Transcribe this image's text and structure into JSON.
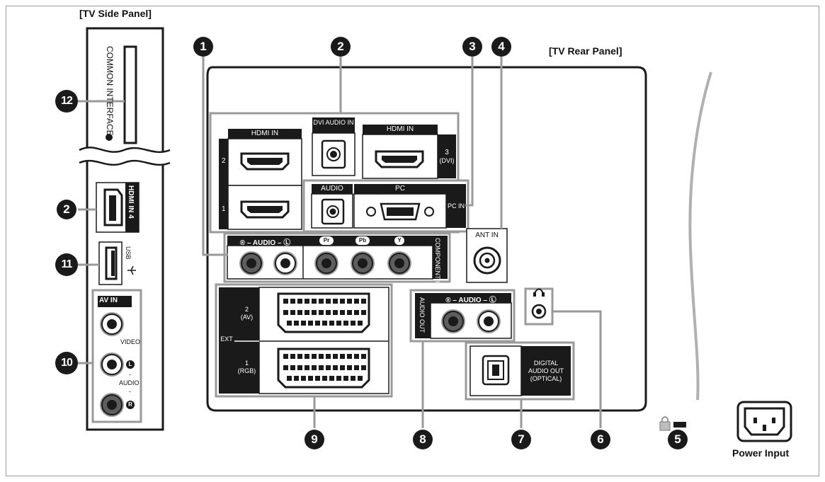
{
  "titles": {
    "side_panel": "[TV Side Panel]",
    "rear_panel": "[TV Rear Panel]",
    "power_input": "Power Input"
  },
  "side_panel": {
    "common_interface": "COMMON INTERFACE",
    "hdmi_in_4": "HDMI IN 4",
    "usb": "USB",
    "av_in": "AV IN",
    "video": "VIDEO",
    "audio": "AUDIO",
    "dash": "-",
    "l": "L",
    "r": "R"
  },
  "rear_panel": {
    "hdmi_in": "HDMI IN",
    "hdmi_in_b": "HDMI IN",
    "port_2": "2",
    "port_1": "1",
    "dvi_audio_in": "DVI AUDIO IN",
    "port_3": "3",
    "dvi": "(DVI)",
    "audio": "AUDIO",
    "pc": "PC",
    "pc_in": "PC IN",
    "component_audio": "® – AUDIO – Ⓛ",
    "pr": "Pr",
    "pb": "Pb",
    "y": "Y",
    "component_in": "COMPONENT IN",
    "ant_in": "ANT IN",
    "ext": "EXT",
    "ext2": "2",
    "av": "(AV)",
    "ext1": "1",
    "rgb": "(RGB)",
    "audio_out_header": "® – AUDIO – Ⓛ",
    "audio_out": "AUDIO OUT",
    "digital": "DIGITAL",
    "audio_out_opt": "AUDIO OUT",
    "optical": "(OPTICAL)"
  },
  "callouts": {
    "c1": "1",
    "c2": "2",
    "c3": "3",
    "c4": "4",
    "c5": "5",
    "c6": "6",
    "c7": "7",
    "c8": "8",
    "c9": "9",
    "c10": "10",
    "c11": "11",
    "c12": "12",
    "c2_side": "2"
  },
  "colors": {
    "outline": "#1a1a1a",
    "callout_line": "#9a9a9a",
    "jack_grey": "#5e5e5e"
  },
  "icons": [
    "lock-icon",
    "headphone-icon",
    "usb-icon",
    "arrow-icon"
  ]
}
